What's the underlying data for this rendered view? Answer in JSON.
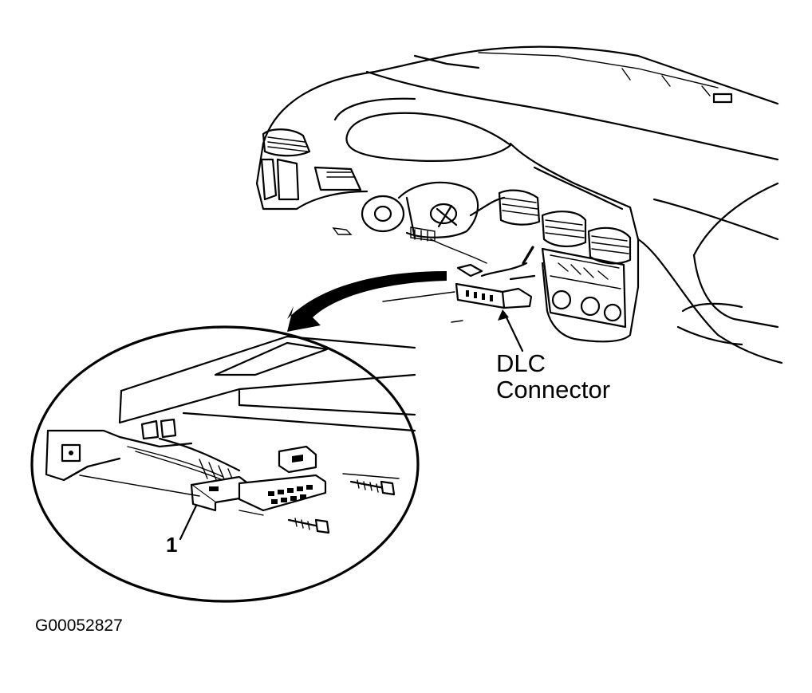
{
  "labels": {
    "dlc_line1": "DLC",
    "dlc_line2": "Connector",
    "callout_number": "1",
    "figure_id": "G00052827"
  }
}
